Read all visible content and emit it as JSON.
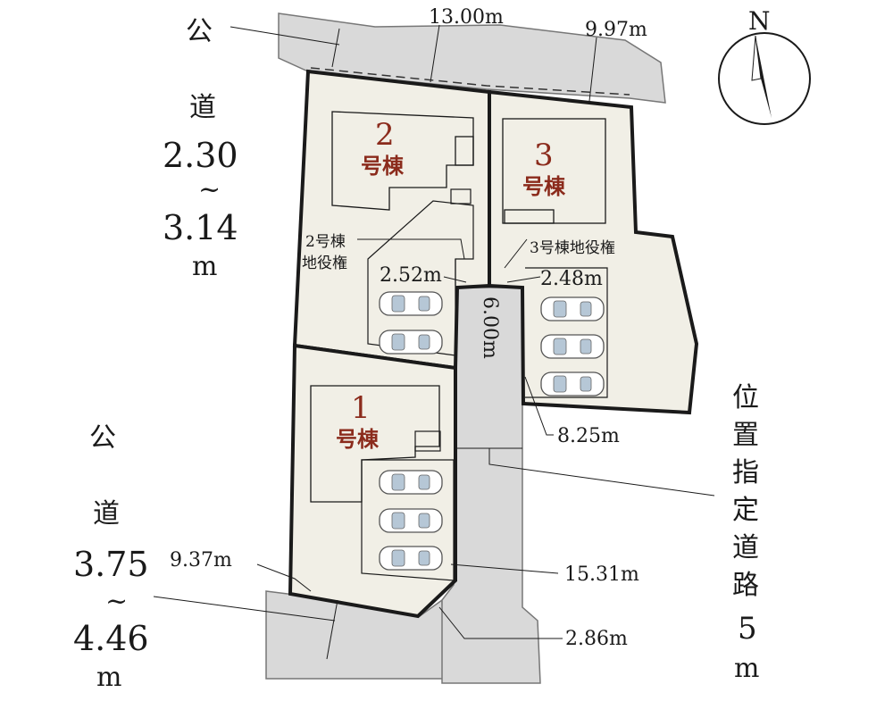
{
  "north_label": "N",
  "road_top": {
    "char1": "公",
    "char2": "道",
    "width_min": "2.30",
    "tilde": "~",
    "width_max": "3.14",
    "unit": "m"
  },
  "road_bottom": {
    "char1": "公",
    "char2": "道",
    "width_min": "3.75",
    "tilde": "~",
    "width_max": "4.46",
    "unit": "m"
  },
  "private_road": {
    "chars": [
      "位",
      "置",
      "指",
      "定",
      "道",
      "路"
    ],
    "width": "5",
    "unit": "m"
  },
  "buildings": [
    {
      "number": "1",
      "name": "号棟"
    },
    {
      "number": "2",
      "name": "号棟"
    },
    {
      "number": "3",
      "name": "号棟"
    }
  ],
  "easement_2": {
    "line1": "2号棟",
    "line2": "地役権"
  },
  "easement_3": "3号棟地役権",
  "dimensions": {
    "top_frontage_left": "13.00m",
    "top_frontage_right": "9.97m",
    "easement_2_width": "2.52m",
    "easement_3_width": "2.48m",
    "access_width": "6.00m",
    "road_segment_1": "8.25m",
    "road_segment_2": "15.31m",
    "bottom_frontage": "9.37m",
    "corner_cut": "2.86m"
  },
  "colors": {
    "lot_fill": "#f1efe6",
    "road_fill": "#d9d9d9",
    "building_number": "#8b2b1c"
  }
}
